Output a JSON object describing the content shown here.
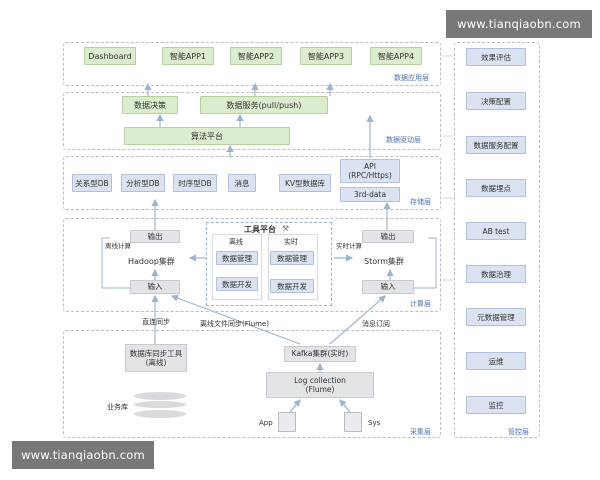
{
  "watermark": {
    "top": "www.tianqiaobn.com",
    "bottom": "www.tianqiaobn.com"
  },
  "layers": {
    "application": {
      "label": "数据应用层",
      "items": [
        "Dashboard",
        "智能APP1",
        "智能APP2",
        "智能APP3",
        "智能APP4"
      ]
    },
    "driver": {
      "label": "数据驱动层",
      "decision": "数据决策",
      "service": "数据服务(pull/push)",
      "algorithm": "算法平台"
    },
    "storage": {
      "label": "存储层",
      "items": [
        "关系型DB",
        "分析型DB",
        "时序型DB",
        "消息",
        "KV型数据库"
      ],
      "api": "API\n(RPC/Https)",
      "third": "3rd-data"
    },
    "compute": {
      "label": "计算层",
      "hadoop": {
        "output": "输出",
        "tag": "离线计算",
        "name": "Hadoop集群",
        "input": "输入"
      },
      "storm": {
        "output": "输出",
        "tag": "实时计算",
        "name": "Storm集群",
        "input": "输入"
      },
      "tools": {
        "title": "工具平台",
        "offline": "离线",
        "realtime": "实时",
        "offline_items": [
          "数据管理",
          "数据开发"
        ],
        "realtime_items": [
          "数据管理",
          "数据开发"
        ]
      }
    },
    "collect": {
      "label": "采集层",
      "direct_sync": "直连同步",
      "file_sync": "离线文件同步(Flume)",
      "msg_sub": "消息订阅",
      "db_sync_tool": "数据库同步工具\n(离线)",
      "biz_db": "业务库",
      "kafka": "Kafka集群(实时)",
      "log_collection": "Log collection\n(Flume)",
      "app": "App",
      "sys": "Sys"
    }
  },
  "control": {
    "label": "管控层",
    "items": [
      "效果评估",
      "决策配置",
      "数据服务配置",
      "数据埋点",
      "AB test",
      "数据治理",
      "元数据管理",
      "运维",
      "监控"
    ]
  },
  "colors": {
    "green": "#dceccf",
    "blue": "#dbe3f2",
    "gray": "#e3e4e7",
    "arrow": "#9fb3cc",
    "label": "#4f6fb0"
  }
}
